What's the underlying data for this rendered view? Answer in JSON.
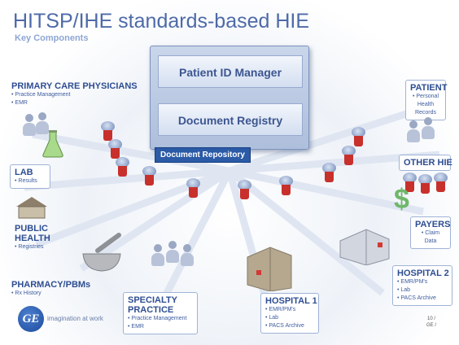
{
  "title": "HITSP/IHE standards-based HIE",
  "subtitle": "Key Components",
  "central": {
    "manager_label": "Patient ID Manager",
    "registry_label": "Document Registry",
    "repository_label": "Document Repository"
  },
  "nodes": {
    "primary_care": {
      "heading": "PRIMARY CARE PHYSICIANS",
      "items": [
        "• Practice Management",
        "• EMR"
      ]
    },
    "lab": {
      "heading": "LAB",
      "items": [
        "• Results"
      ]
    },
    "public_health": {
      "heading_line1": "PUBLIC",
      "heading_line2": "HEALTH",
      "items": [
        "• Registries"
      ]
    },
    "pharmacy": {
      "heading": "PHARMACY/PBMs",
      "items": [
        "• Rx History"
      ]
    },
    "specialty": {
      "heading_line1": "SPECIALTY",
      "heading_line2": "PRACTICE",
      "items": [
        "• Practice Management",
        "• EMR"
      ]
    },
    "hospital1": {
      "heading": "HOSPITAL 1",
      "items": [
        "• EMR/PM's",
        "• Lab",
        "• PACS Archive"
      ]
    },
    "patient": {
      "heading": "PATIENT",
      "items": [
        "• Personal",
        "Health",
        "Records"
      ]
    },
    "other_hie": {
      "heading": "OTHER HIE"
    },
    "payers": {
      "heading": "PAYERS",
      "items": [
        "• Claim",
        "Data"
      ]
    },
    "hospital2": {
      "heading": "HOSPITAL 2",
      "items": [
        "• EMR/PM's",
        "• Lab",
        "• PACS Archive"
      ]
    }
  },
  "footer": {
    "logo_text": "GE",
    "tagline": "imagination at work",
    "page_line1": "10 /",
    "page_line2": "GE /"
  },
  "colors": {
    "title": "#4e6aa8",
    "heading": "#2e4e92",
    "repository_fill": "#2b5aa6",
    "cylinder_accent": "#c8302c"
  },
  "icons": [
    "database-cylinder-icon",
    "person-group-icon",
    "flask-icon",
    "mortar-pestle-icon",
    "hospital-building-icon",
    "dollar-sign-icon",
    "house-icon"
  ]
}
